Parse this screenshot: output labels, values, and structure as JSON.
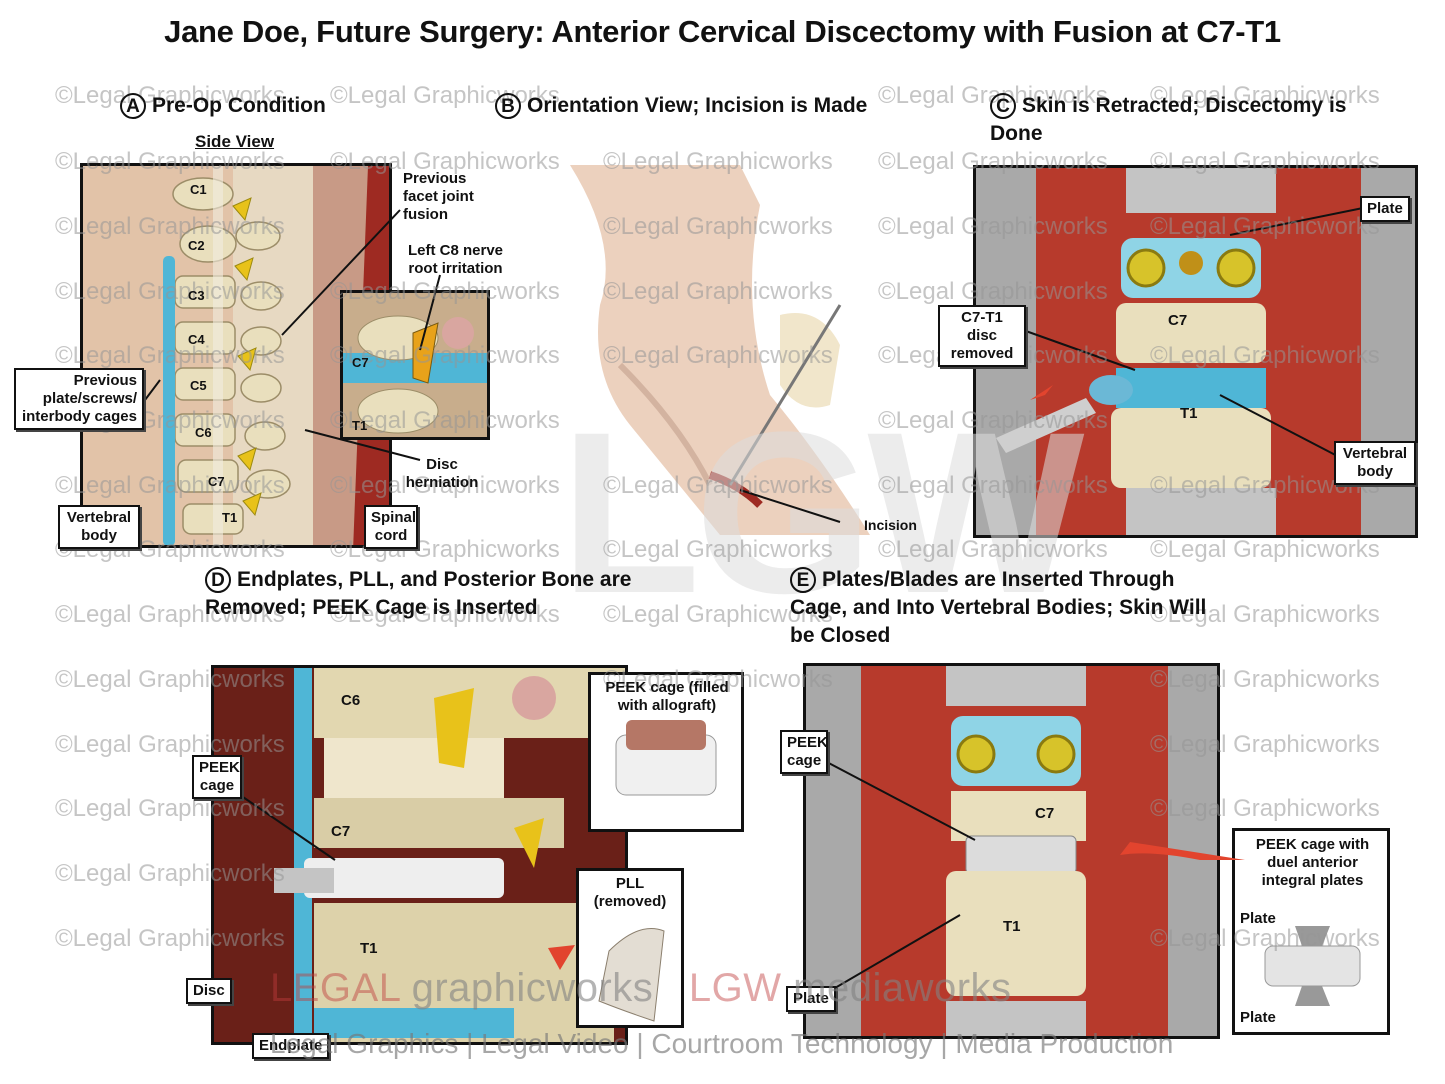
{
  "title": "Jane Doe, Future Surgery: Anterior Cervical Discectomy with Fusion at C7-T1",
  "watermark_text": "©Legal Graphicworks",
  "panels": {
    "a": {
      "letter": "A",
      "heading": "Pre-Op Condition",
      "subheading": "Side View",
      "vertebrae": [
        "C1",
        "C2",
        "C3",
        "C4",
        "C5",
        "C6",
        "C7",
        "T1"
      ],
      "inset_labels": [
        "C7",
        "T1"
      ],
      "labels": {
        "facet": "Previous facet joint fusion",
        "nerve": "Left C8 nerve root irritation",
        "plate": "Previous plate/screws/ interbody cages",
        "vertebral": "Vertebral body",
        "cord": "Spinal cord",
        "disc": "Disc herniation"
      }
    },
    "b": {
      "letter": "B",
      "heading": "Orientation View; Incision is Made",
      "labels": {
        "incision": "Incision"
      }
    },
    "c": {
      "letter": "C",
      "heading": "Skin is Retracted; Discectomy is Done",
      "labels": {
        "plate": "Plate",
        "disc": "C7-T1 disc removed",
        "vertebral": "Vertebral body",
        "c7": "C7",
        "t1": "T1"
      }
    },
    "d": {
      "letter": "D",
      "heading": "Endplates, PLL, and Posterior Bone are Removed; PEEK Cage is Inserted",
      "labels": {
        "peek": "PEEK cage",
        "c6": "C6",
        "c7": "C7",
        "t1": "T1",
        "disc": "Disc",
        "endplate": "Endplate",
        "peek_filled": "PEEK cage (filled with allograft)",
        "pll": "PLL (removed)"
      }
    },
    "e": {
      "letter": "E",
      "heading": "Plates/Blades are Inserted Through Cage, and Into Vertebral Bodies; Skin Will be Closed",
      "labels": {
        "peek": "PEEK cage",
        "c7": "C7",
        "t1": "T1",
        "plate_bottom": "Plate",
        "peek_with": "PEEK cage with duel anterior integral plates",
        "plate1": "Plate",
        "plate2": "Plate"
      }
    }
  },
  "footer": {
    "brand1": "LEGAL",
    "brand2": "graphicworks",
    "brand3": "LGW",
    "brand4": "mediaworks",
    "tagline": "Legal Graphics | Legal Video | Courtroom Technology | Media Production"
  },
  "logo_letters": "LGW",
  "colors": {
    "bone": "#e8dcb0",
    "implant_blue": "#4fb6d6",
    "nerve_yellow": "#e8c21a",
    "tissue_red": "#a8281e",
    "arrow_red": "#e2442e"
  }
}
